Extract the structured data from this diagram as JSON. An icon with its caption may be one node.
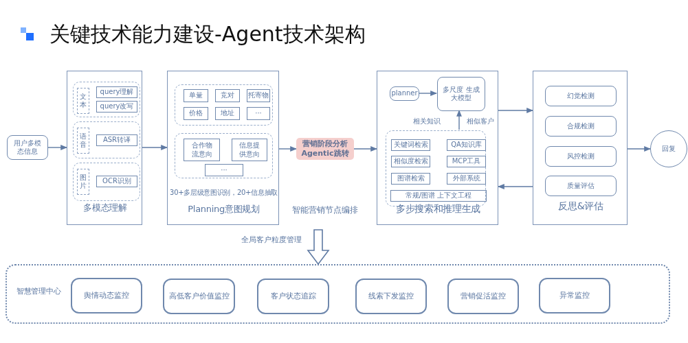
{
  "diagram": {
    "title": "关键技术能力建设-Agent技术架构",
    "nodes": [
      {
        "text": [
          "用户多模态信息"
        ]
      },
      {
        "text": [
          "多模态理解"
        ]
      },
      {
        "text": [],
        "shape": "box",
        "in": 1
      },
      {
        "text": [
          "文本"
        ],
        "in": 2
      },
      {
        "text": [
          "query理解"
        ],
        "in": 2
      },
      {
        "text": [
          "query改写"
        ],
        "in": 2
      },
      {
        "text": [],
        "shape": "box",
        "in": 1
      },
      {
        "text": [
          "语音"
        ],
        "in": 6
      },
      {
        "text": [
          "ASR转译"
        ],
        "in": 6
      },
      {
        "text": [],
        "shape": "box",
        "in": 1
      },
      {
        "text": [
          "图片"
        ],
        "in": 9
      },
      {
        "text": [
          "OCR识别"
        ],
        "in": 9
      },
      {
        "text": [
          "30+多层级意图识别，20+信息抽取",
          "Planning意图规划"
        ]
      },
      {
        "text": [],
        "shape": "box",
        "in": 12
      },
      {
        "text": [
          "单量"
        ],
        "in": 13
      },
      {
        "text": [
          "竞对"
        ],
        "in": 13
      },
      {
        "text": [
          "托寄物"
        ],
        "in": 13
      },
      {
        "text": [
          "价格"
        ],
        "in": 13
      },
      {
        "text": [
          "地址"
        ],
        "in": 13
      },
      {
        "text": [
          "···"
        ],
        "in": 13
      },
      {
        "text": [],
        "shape": "box",
        "in": 12
      },
      {
        "text": [
          "合作物流意向"
        ],
        "in": 20
      },
      {
        "text": [
          "信息提供意向"
        ],
        "in": 20
      },
      {
        "text": [
          "···"
        ],
        "in": 20
      },
      {
        "text": [
          "营销阶段分析 Agentic跳转"
        ]
      },
      {
        "text": [
          "多步搜索和推理生成"
        ]
      },
      {
        "text": [
          "planner"
        ],
        "in": 25
      },
      {
        "text": [
          "多尺度 生成大模型"
        ],
        "in": 25
      },
      {
        "text": [],
        "shape": "box",
        "in": 25
      },
      {
        "text": [
          "关键词检索"
        ],
        "in": 28
      },
      {
        "text": [
          "QA知识库"
        ],
        "in": 28
      },
      {
        "text": [
          "相似度检索"
        ],
        "in": 28
      },
      {
        "text": [
          "MCP工具"
        ],
        "in": 28
      },
      {
        "text": [
          "图谱检索"
        ],
        "in": 28
      },
      {
        "text": [
          "外部系统"
        ],
        "in": 28
      },
      {
        "text": [
          "常规/图谱 上下文工程"
        ],
        "in": 28
      },
      {
        "text": [
          "反思&评估"
        ]
      },
      {
        "text": [
          "幻觉检测"
        ],
        "in": 36
      },
      {
        "text": [
          "合规检测"
        ],
        "in": 36
      },
      {
        "text": [
          "风控检测"
        ],
        "in": 36
      },
      {
        "text": [
          "质量评估"
        ],
        "in": 36
      },
      {
        "text": [
          "回复"
        ]
      },
      {
        "text": [
          "智慧管理中心"
        ]
      },
      {
        "text": [
          "舆情动态监控"
        ],
        "in": 42
      },
      {
        "text": [
          "高低客户价值监控"
        ],
        "in": 42
      },
      {
        "text": [
          "客户状态追踪"
        ],
        "in": 42
      },
      {
        "text": [
          "线索下发监控"
        ],
        "in": 42
      },
      {
        "text": [
          "营销促活监控"
        ],
        "in": 42
      },
      {
        "text": [
          "异常监控"
        ],
        "in": 42
      }
    ],
    "edges": [
      {
        "from": 0,
        "to": 1,
        "arrow": "to"
      },
      {
        "from": 1,
        "to": 12,
        "arrow": "to"
      },
      {
        "from": 12,
        "to": 24,
        "arrow": "to"
      },
      {
        "from": 24,
        "to": 25,
        "arrow": "to"
      },
      {
        "from": 26,
        "to": 27,
        "arrow": "to"
      },
      {
        "from": 28,
        "to": 27,
        "arrow": "to",
        "label": "相关知识"
      },
      {
        "from": 25,
        "to": 36,
        "arrow": "to"
      },
      {
        "from": 36,
        "to": 25,
        "arrow": "to"
      },
      {
        "from": 36,
        "to": 41,
        "arrow": "to"
      },
      {
        "from": null,
        "to": 42,
        "arrow": "to",
        "style": "thick",
        "label": "全局客户粒度管理"
      }
    ],
    "labels": [
      "相似客户",
      "智能营销节点编排"
    ]
  }
}
